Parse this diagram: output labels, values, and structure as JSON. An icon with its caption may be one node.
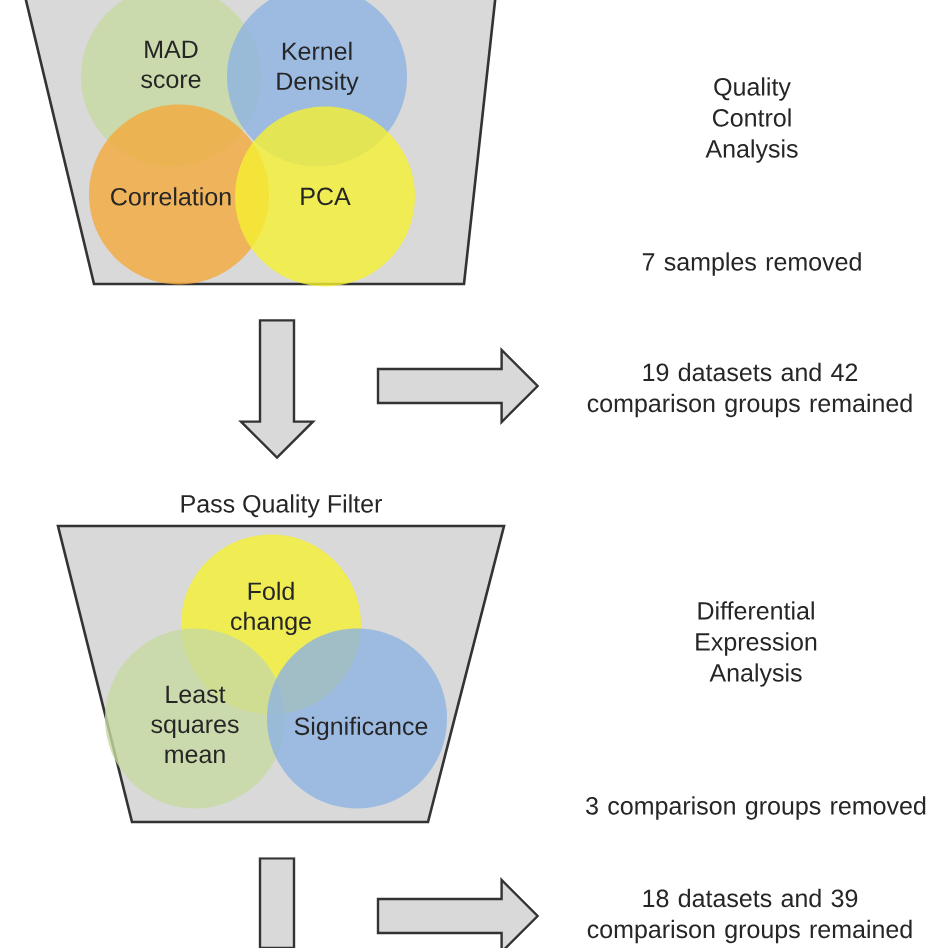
{
  "diagram": {
    "nodes": [
      {
        "text": [],
        "shape": "trapezoid"
      },
      {
        "text": [
          "MAD score"
        ],
        "in": 0
      },
      {
        "text": [
          "Kernel Density"
        ],
        "in": 0
      },
      {
        "text": [
          "Correlation"
        ],
        "in": 0
      },
      {
        "text": [
          "PCA"
        ],
        "in": 0
      },
      {
        "text": [
          "Pass Quality Filter"
        ]
      },
      {
        "text": [
          "Fold change"
        ],
        "in": 5
      },
      {
        "text": [
          "Least squares mean"
        ],
        "in": 5
      },
      {
        "text": [
          "Significance"
        ],
        "in": 5
      },
      {
        "text": [
          "19 datasets and 42 comparison groups remained"
        ]
      },
      {
        "text": [
          "18 datasets and 39 comparison groups remained"
        ]
      }
    ],
    "edges": [
      {
        "from": 0,
        "to": 5,
        "arrow": "to"
      },
      {
        "from": null,
        "to": 9,
        "arrow": "to"
      },
      {
        "from": 5,
        "to": null,
        "arrow": "none"
      },
      {
        "from": null,
        "to": 10,
        "arrow": "to"
      }
    ],
    "labels": [
      "Quality Control Analysis",
      "7 samples removed",
      "Differential Expression Analysis",
      "3 comparison groups removed"
    ]
  }
}
